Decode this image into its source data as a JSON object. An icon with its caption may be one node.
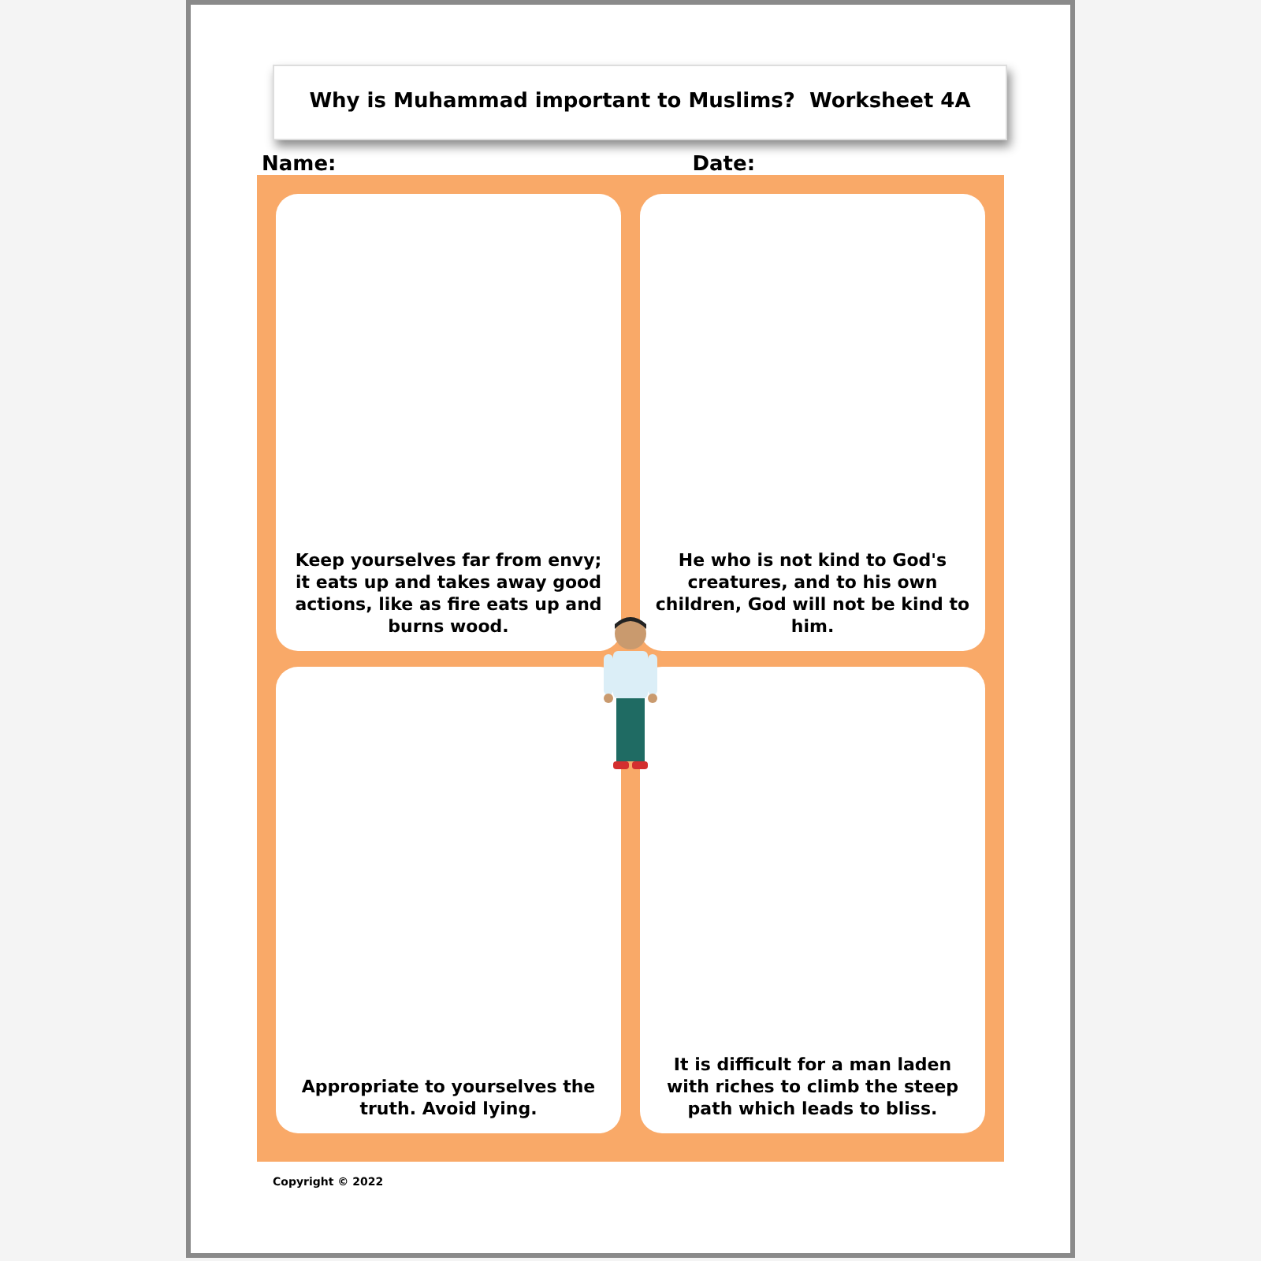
{
  "diagram": {
    "title": "Why is Muhammad important to Muslims?  Worksheet 4A",
    "nodes": [
      {
        "text": [],
        "shape": "box"
      },
      {
        "text": [
          "Keep yourselves far from envy; it eats up and takes away good actions, like as fire eats up and burns wood."
        ],
        "in": 0
      },
      {
        "text": [
          "He who is not kind to God's creatures, and to his own children, God will not be kind to him."
        ],
        "in": 0
      },
      {
        "text": [
          "Appropriate to yourselves the truth. Avoid lying."
        ],
        "in": 0
      },
      {
        "text": [
          "It is difficult for a man laden with riches to climb the steep path which leads to bliss."
        ],
        "in": 0
      },
      {
        "text": [],
        "shape": "person",
        "in": 0
      }
    ],
    "labels": [
      "Name:",
      "Date:",
      "Copyright © 2022"
    ]
  }
}
